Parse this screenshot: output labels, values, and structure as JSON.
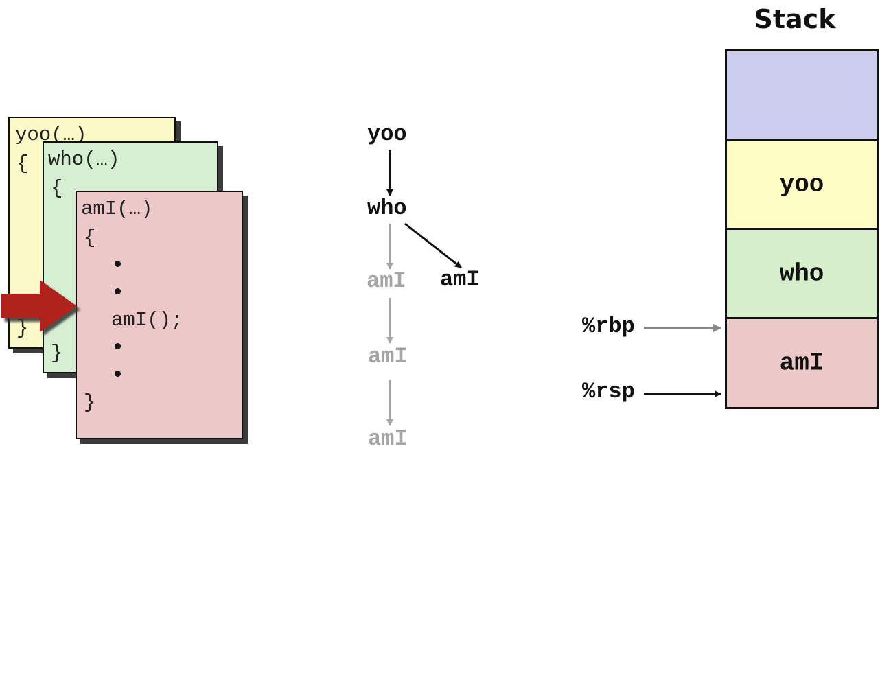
{
  "code_cards": {
    "yoo": {
      "header": "yoo(…)",
      "open_brace": "{",
      "close_brace": "}",
      "color": "#fcf9c8"
    },
    "who": {
      "header": "who(…)",
      "open_brace": "{",
      "close_brace": "}",
      "color": "#d6efd2"
    },
    "ami": {
      "header": "amI(…)",
      "open_brace": "{",
      "call_line": "amI();",
      "close_brace": "}",
      "color": "#ecc8c8"
    }
  },
  "current_position_arrow": {
    "color": "#b0221b"
  },
  "call_tree": {
    "root": "yoo",
    "child": "who",
    "ami_first": "amI",
    "ami_active": "amI",
    "ami_second": "amI",
    "ami_third": "amI"
  },
  "stack": {
    "title": "Stack",
    "frames": [
      {
        "label": "",
        "color": "#cdcdef"
      },
      {
        "label": "yoo",
        "color": "#fdfcc4"
      },
      {
        "label": "who",
        "color": "#d6efca"
      },
      {
        "label": "amI",
        "color": "#ecc8c8"
      }
    ]
  },
  "registers": {
    "rbp": "%rbp",
    "rsp": "%rsp"
  }
}
